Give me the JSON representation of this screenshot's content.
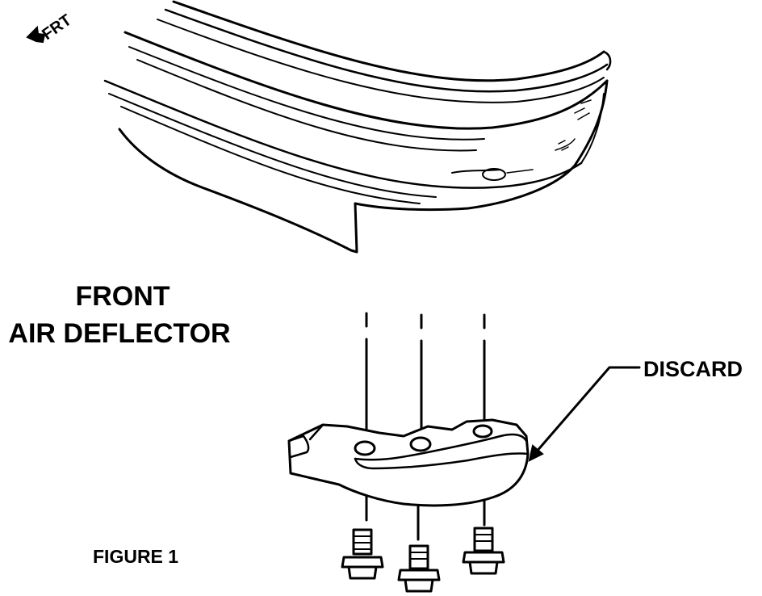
{
  "labels": {
    "front_marker": "FRT",
    "part_line1": "FRONT",
    "part_line2": "AIR DEFLECTOR",
    "discard": "DISCARD",
    "figure": "FIGURE 1"
  },
  "icons": {
    "front_arrow": "arrow-icon",
    "bolts": "hex-bolt-icon"
  },
  "colors": {
    "ink": "#000000",
    "paper": "#ffffff"
  }
}
